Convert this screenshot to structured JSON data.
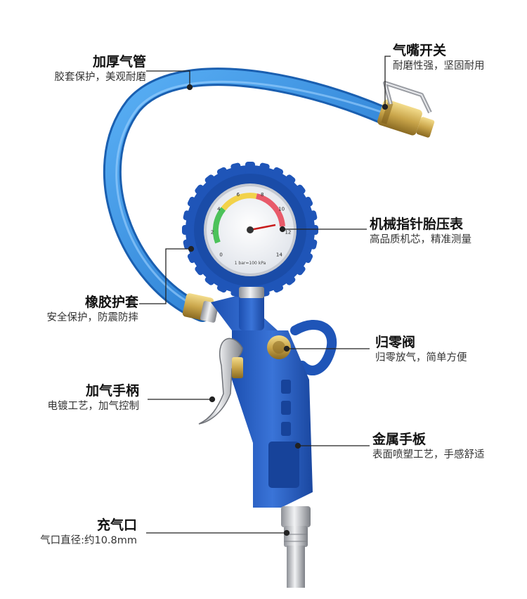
{
  "callouts": {
    "hose": {
      "title": "加厚气管",
      "sub": "胶套保护，美观耐磨"
    },
    "nozzle_switch": {
      "title": "气嘴开关",
      "sub": "耐磨性强，坚固耐用"
    },
    "gauge": {
      "title": "机械指针胎压表",
      "sub": "高品质机芯，精准测量"
    },
    "rubber_sleeve": {
      "title": "橡胶护套",
      "sub": "安全保护，防震防摔"
    },
    "reset_valve": {
      "title": "归零阀",
      "sub": "归零放气，简单方便"
    },
    "trigger": {
      "title": "加气手柄",
      "sub": "电镀工艺，加气控制"
    },
    "handle": {
      "title": "金属手板",
      "sub": "表面喷塑工艺，手感舒适"
    },
    "inlet": {
      "title": "充气口",
      "sub": "气口直径:约10.8mm"
    }
  },
  "gauge_face": {
    "numbers": [
      "0",
      "2",
      "4",
      "6",
      "8",
      "10",
      "12",
      "14"
    ],
    "unit_text": "1 bar=100 kPa"
  },
  "colors": {
    "hose": "#2f8fe0",
    "body": "#2c62c8",
    "gauge_rubber": "#1f55b8",
    "brass": "#c9a54a",
    "chrome": "#b9bcc2",
    "leader": "#222222"
  }
}
